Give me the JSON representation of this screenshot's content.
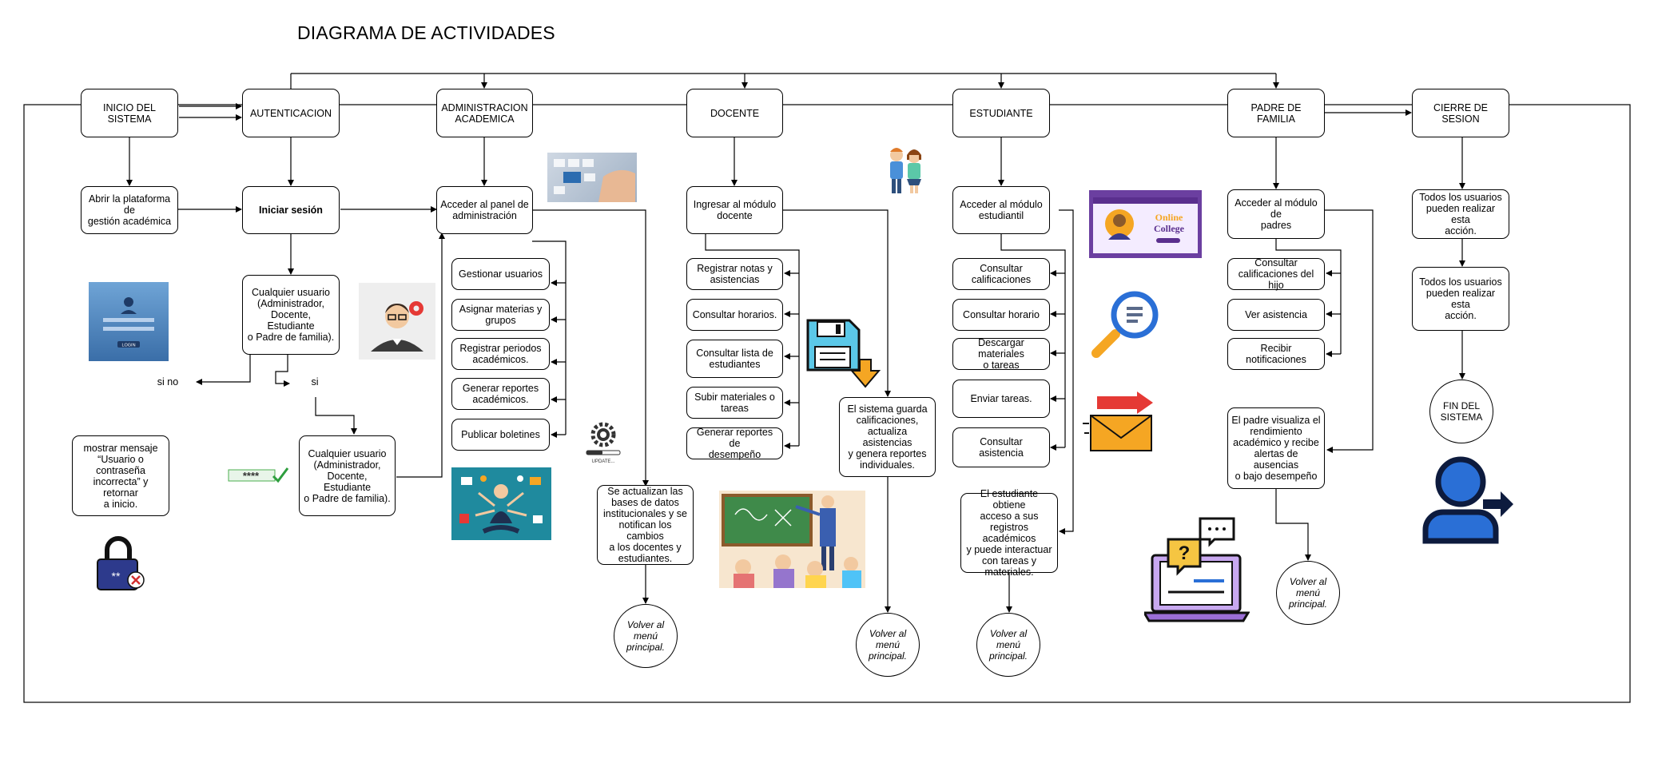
{
  "title": "DIAGRAMA DE ACTIVIDADES",
  "nodes": {
    "inicio": "INICIO DEL\nSISTEMA",
    "autenticacion": "AUTENTICACION",
    "administracion": "ADMINISTRACION\nACADEMICA",
    "docente": "DOCENTE",
    "estudiante": "ESTUDIANTE",
    "padre": "PADRE DE FAMILIA",
    "cierre": "CIERRE DE SESION",
    "abrir_plataforma": "Abrir la plataforma de\ngestión académica",
    "iniciar_sesion": "Iniciar sesión",
    "cualquier_usuario_1": "Cualquier usuario\n(Administrador,\nDocente, Estudiante\no Padre de familia).",
    "cualquier_usuario_2": "Cualquier usuario\n(Administrador,\nDocente, Estudiante\no Padre de familia).",
    "mostrar_mensaje": "mostrar mensaje\n“Usuario o\ncontraseña\nincorrecta” y retornar\na inicio.",
    "label_si_no": "si no",
    "label_si": "si",
    "acceder_panel": "Acceder al panel de\nadministración",
    "gestionar_usuarios": "Gestionar usuarios",
    "asignar_materias": "Asignar materias y\ngrupos",
    "registrar_periodos": "Registrar periodos\nacadémicos.",
    "generar_reportes_adm": "Generar reportes\nacadémicos.",
    "publicar_boletines": "Publicar boletines",
    "se_actualizan": "Se actualizan las\nbases de datos\ninstitucionales y se\nnotifican los cambios\na los docentes y\nestudiantes.",
    "volver_1": "Volver al\nmenú\nprincipal.",
    "ingresar_docente": "Ingresar al módulo\ndocente",
    "registrar_notas": "Registrar notas y\nasistencias",
    "consultar_horarios": "Consultar horarios.",
    "consultar_lista": "Consultar lista de\nestudiantes",
    "subir_materiales": "Subir materiales o\ntareas",
    "generar_reportes_doc": "Generar reportes de\ndesempeño",
    "sistema_guarda": "El sistema guarda\ncalificaciones,\nactualiza asistencias\ny genera reportes\nindividuales.",
    "volver_2": "Volver al\nmenú\nprincipal.",
    "acceder_estudiantil": "Acceder al módulo\nestudiantil",
    "consultar_calificaciones": "Consultar\ncalificaciones",
    "consultar_horario": "Consultar horario",
    "descargar_materiales": "Descargar materiales\no tareas",
    "enviar_tareas": "Enviar tareas.",
    "consultar_asistencia": "Consultar asistencia",
    "estudiante_obtiene": "El estudiante obtiene\nacceso a sus\nregistros académicos\ny puede interactuar\ncon tareas y\nmateriales.",
    "volver_3": "Volver al\nmenú\nprincipal.",
    "acceder_padres": "Acceder al módulo de\npadres",
    "consultar_calif_hijo": "Consultar\ncalificaciones del hijo",
    "ver_asistencia": "Ver asistencia",
    "recibir_notificaciones": "Recibir notificaciones",
    "padre_visualiza": "El padre visualiza el\nrendimiento\nacadémico y recibe\nalertas de ausencias\no bajo desempeño",
    "volver_4": "Volver al\nmenú\nprincipal.",
    "todos_1": "Todos los usuarios\npueden realizar esta\nacción.",
    "todos_2": "Todos los usuarios\npueden realizar esta\nacción.",
    "fin": "FIN DEL\nSISTEMA"
  },
  "illustrations": {
    "login_screen_button": "LOGIN",
    "update_caption": "UPDATE...",
    "password_mask": "****",
    "padlock_mask": "**",
    "online_college": [
      "Online",
      "College"
    ]
  },
  "icons": [
    "login-screen-icon",
    "admin-gear-icon",
    "padlock-error-icon",
    "password-check-icon",
    "keyboard-photo-icon",
    "update-gear-icon",
    "multitask-icon",
    "students-icon",
    "floppy-save-icon",
    "classroom-icon",
    "online-college-icon",
    "magnifier-icon",
    "mail-icon",
    "laptop-question-icon",
    "logout-user-icon"
  ],
  "colors": {
    "line": "#000000",
    "accent_blue": "#1e5fb0",
    "orange": "#f5a623",
    "cyan": "#5bc8e8"
  }
}
